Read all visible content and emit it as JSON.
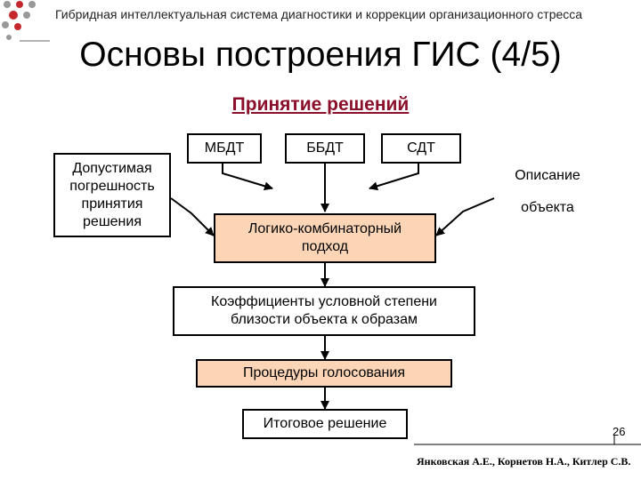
{
  "header": {
    "text": "Гибридная интеллектуальная система диагностики и коррекции организационного стресса"
  },
  "slide": {
    "title": "Основы построения ГИС (4/5)",
    "subtitle": "Принятие решений",
    "page_number": "26",
    "authors": "Янковская А.Е., Корнетов Н.А., Китлер С.В."
  },
  "diagram": {
    "nodes": {
      "mbdt": "МБДТ",
      "bbdt": "ББДТ",
      "sdt": "СДТ",
      "tolerance": "Допустимая\nпогрешность\nпринятия\nрешения",
      "object_desc_1": "Описание",
      "object_desc_2": "объекта",
      "logic": "Логико-комбинаторный\nподход",
      "coefficients": "Коэффициенты условной степени\nблизости объекта к образам",
      "voting": "Процедуры голосования",
      "final": "Итоговое решение"
    }
  },
  "colors": {
    "subtitle": "#8b0e2a",
    "highlight_fill": "#fbd5b5",
    "logo_red": "#c4282d"
  }
}
